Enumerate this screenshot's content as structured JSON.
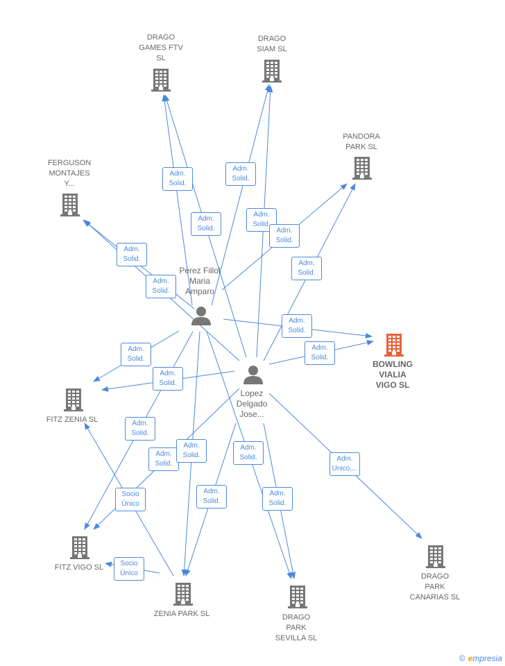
{
  "colors": {
    "edge": "#4a89dc",
    "company": "#777777",
    "main_company": "#e8603c",
    "person": "#777777",
    "label_text": "#666666"
  },
  "companies": [
    {
      "id": "drago_games",
      "label": "DRAGO\nGAMES FTV\nSL",
      "icon": "building-icon"
    },
    {
      "id": "drago_siam",
      "label": "DRAGO\nSIAM  SL",
      "icon": "building-icon"
    },
    {
      "id": "pandora",
      "label": "PANDORA\nPARK SL",
      "icon": "building-icon"
    },
    {
      "id": "ferguson",
      "label": "FERGUSON\nMONTAJES\nY...",
      "icon": "building-icon"
    },
    {
      "id": "bowling",
      "label": "BOWLING\nVIALIA\nVIGO  SL",
      "icon": "building-icon",
      "highlight": true
    },
    {
      "id": "fitz_zenia",
      "label": "FITZ ZENIA  SL",
      "icon": "building-icon"
    },
    {
      "id": "fitz_vigo",
      "label": "FITZ VIGO  SL",
      "icon": "building-icon"
    },
    {
      "id": "zenia_park",
      "label": "ZENIA PARK SL",
      "icon": "building-icon"
    },
    {
      "id": "drago_sevilla",
      "label": "DRAGO\nPARK\nSEVILLA  SL",
      "icon": "building-icon"
    },
    {
      "id": "drago_canarias",
      "label": "DRAGO\nPARK\nCANARIAS  SL",
      "icon": "building-icon"
    }
  ],
  "persons": [
    {
      "id": "perez",
      "label": "Perez Fillol\nMaria\nAmparo",
      "icon": "person-icon"
    },
    {
      "id": "lopez",
      "label": "Lopez\nDelgado\nJose...",
      "icon": "person-icon"
    }
  ],
  "edges": [
    {
      "from": "perez",
      "to": "drago_games",
      "label": "Adm.\nSolid."
    },
    {
      "from": "lopez",
      "to": "drago_games",
      "label": "Adm.\nSolid."
    },
    {
      "from": "perez",
      "to": "drago_siam",
      "label": "Adm.\nSolid."
    },
    {
      "from": "lopez",
      "to": "drago_siam",
      "label": "Adm.\nSolid."
    },
    {
      "from": "perez",
      "to": "pandora",
      "label": "Adm.\nSolid."
    },
    {
      "from": "lopez",
      "to": "pandora",
      "label": "Adm.\nSolid."
    },
    {
      "from": "perez",
      "to": "ferguson",
      "label": "Adm.\nSolid."
    },
    {
      "from": "lopez",
      "to": "ferguson",
      "label": "Adm.\nSolid."
    },
    {
      "from": "perez",
      "to": "bowling",
      "label": "Adm.\nSolid."
    },
    {
      "from": "lopez",
      "to": "bowling",
      "label": "Adm.\nSolid."
    },
    {
      "from": "perez",
      "to": "fitz_zenia",
      "label": "Adm.\nSolid."
    },
    {
      "from": "lopez",
      "to": "fitz_zenia",
      "label": "Adm.\nSolid."
    },
    {
      "from": "perez",
      "to": "fitz_vigo",
      "label": "Adm.\nSolid."
    },
    {
      "from": "lopez",
      "to": "fitz_vigo",
      "label": "Adm.\nSolid."
    },
    {
      "from": "perez",
      "to": "zenia_park",
      "label": "Adm.\nSolid."
    },
    {
      "from": "lopez",
      "to": "zenia_park",
      "label": "Adm.\nSolid."
    },
    {
      "from": "perez",
      "to": "drago_sevilla",
      "label": "Adm.\nSolid."
    },
    {
      "from": "lopez",
      "to": "drago_sevilla",
      "label": "Adm.\nSolid."
    },
    {
      "from": "lopez",
      "to": "drago_canarias",
      "label": "Adm.\nUnico,..."
    },
    {
      "from": "zenia_park",
      "to": "fitz_zenia",
      "label": "Socio\nÚnico"
    },
    {
      "from": "zenia_park",
      "to": "fitz_vigo",
      "label": "Socio\nÚnico"
    }
  ],
  "footer": {
    "copyright_symbol": "©",
    "brand_initial": "e",
    "brand_rest": "mpresia"
  }
}
